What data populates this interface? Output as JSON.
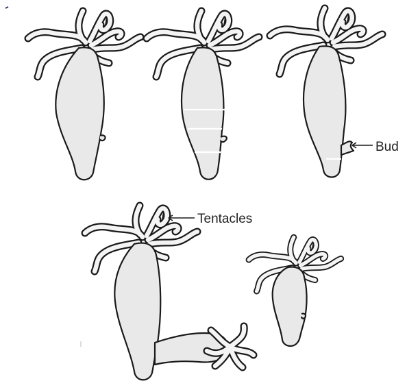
{
  "labels": {
    "bud": "Bud",
    "tentacles": "Tentacles"
  },
  "figure": {
    "stages": [
      {
        "name": "hydra-stage-1"
      },
      {
        "name": "hydra-stage-2"
      },
      {
        "name": "hydra-stage-3"
      },
      {
        "name": "hydra-stage-4"
      },
      {
        "name": "hydra-detached-young"
      }
    ]
  },
  "colors": {
    "outline": "#1a1a1a",
    "body_fill": "#e9e9e9",
    "highlight": "#ffffff"
  }
}
